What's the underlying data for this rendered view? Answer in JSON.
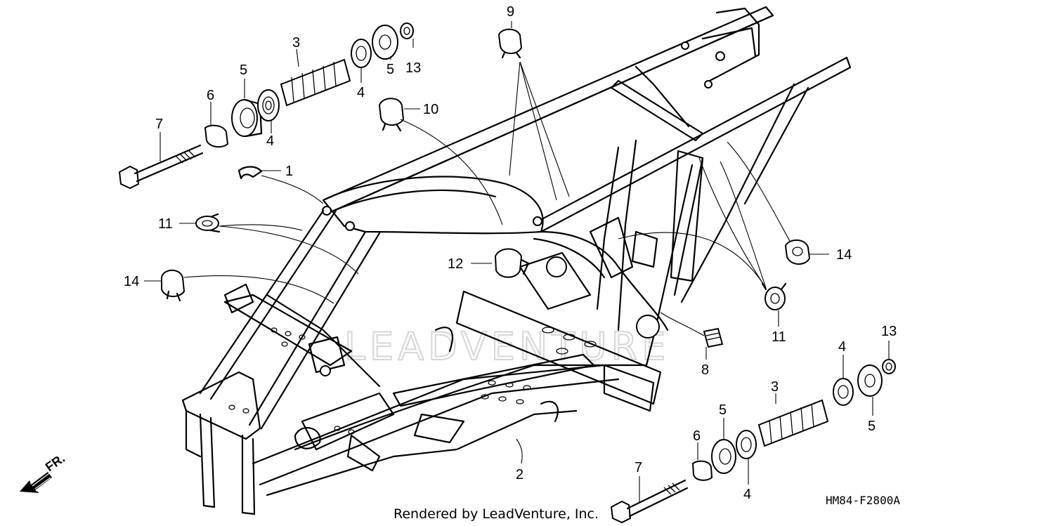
{
  "diagram": {
    "callouts": [
      "9",
      "3",
      "5",
      "13",
      "5",
      "4",
      "6",
      "10",
      "4",
      "7",
      "1",
      "11",
      "12",
      "14",
      "14",
      "11",
      "8",
      "13",
      "4",
      "3",
      "5",
      "5",
      "6",
      "7",
      "4",
      "2"
    ],
    "drawing_code": "HM84-F2800A",
    "credit": "Rendered by LeadVenture, Inc.",
    "watermark": "LEADVENTURE",
    "direction_label": "FR."
  }
}
